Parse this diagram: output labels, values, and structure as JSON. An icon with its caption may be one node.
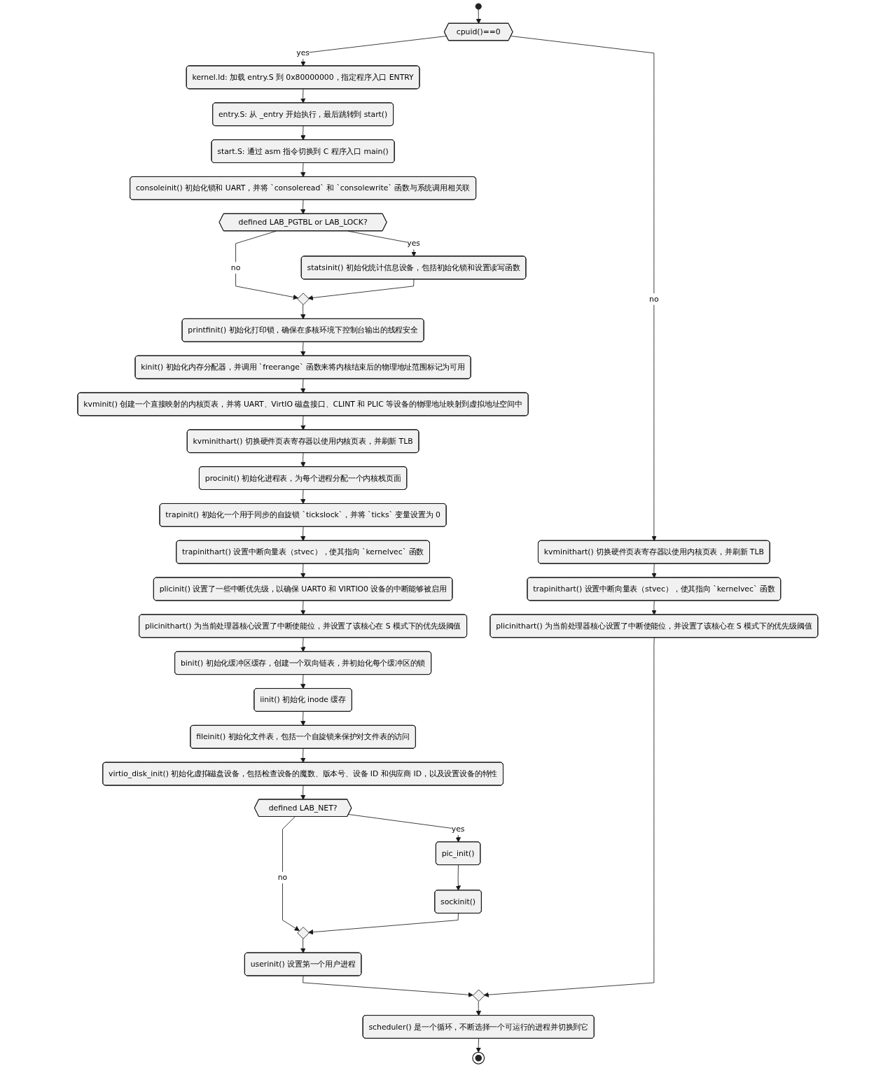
{
  "diagram": {
    "nodes": [
      {
        "text": [],
        "shape": "circle"
      },
      {
        "text": [
          "cpuid()==0"
        ]
      },
      {
        "text": [
          "kernel.ld: 加载 entry.S 到 0x80000000，指定程序入口 ENTRY"
        ]
      },
      {
        "text": [
          "entry.S: 从 _entry 开始执行，最后跳转到 start()"
        ]
      },
      {
        "text": [
          "start.S: 通过 asm 指令切换到 C 程序入口 main()"
        ]
      },
      {
        "text": [
          "consoleinit() 初始化锁和 UART，并将 `consoleread` 和 `consolewrite` 函数与系统调用相关联"
        ]
      },
      {
        "text": [
          "defined LAB_PGTBL or LAB_LOCK?"
        ]
      },
      {
        "text": [
          "statsinit() 初始化统计信息设备，包括初始化锁和设置读写函数"
        ]
      },
      {
        "text": [],
        "shape": "diamond"
      },
      {
        "text": [
          "printfinit() 初始化打印锁，确保在多核环境下控制台输出的线程安全"
        ]
      },
      {
        "text": [
          "kinit() 初始化内存分配器，并调用 `freerange` 函数来将内核结束后的物理地址范围标记为可用"
        ]
      },
      {
        "text": [
          "kvminit() 创建一个直接映射的内核页表，并将 UART、VirtIO 磁盘接口、CLINT 和 PLIC 等设备的物理地址映射到虚拟地址空间中"
        ]
      },
      {
        "text": [
          "kvminithart() 切换硬件页表寄存器以使用内核页表，并刷新 TLB"
        ]
      },
      {
        "text": [
          "procinit() 初始化进程表，为每个进程分配一个内核栈页面"
        ]
      },
      {
        "text": [
          "trapinit() 初始化一个用于同步的自旋锁 `tickslock`，并将 `ticks` 变量设置为 0"
        ]
      },
      {
        "text": [
          "trapinithart() 设置中断向量表（stvec），使其指向 `kernelvec` 函数"
        ]
      },
      {
        "text": [
          "plicinit() 设置了一些中断优先级，以确保 UART0 和 VIRTIO0 设备的中断能够被启用"
        ]
      },
      {
        "text": [
          "plicinithart() 为当前处理器核心设置了中断使能位，并设置了该核心在 S 模式下的优先级阈值"
        ]
      },
      {
        "text": [
          "binit() 初始化缓冲区缓存，创建一个双向链表，并初始化每个缓冲区的锁"
        ]
      },
      {
        "text": [
          "iinit() 初始化 inode 缓存"
        ]
      },
      {
        "text": [
          "fileinit() 初始化文件表，包括一个自旋锁来保护对文件表的访问"
        ]
      },
      {
        "text": [
          "virtio_disk_init() 初始化虚拟磁盘设备，包括检查设备的魔数、版本号、设备 ID 和供应商 ID，以及设置设备的特性"
        ]
      },
      {
        "text": [
          "defined LAB_NET?"
        ]
      },
      {
        "text": [
          "pic_init()"
        ]
      },
      {
        "text": [
          "sockinit()"
        ]
      },
      {
        "text": [],
        "shape": "diamond"
      },
      {
        "text": [
          "userinit() 设置第一个用户进程"
        ]
      },
      {
        "text": [
          "kvminithart() 切换硬件页表寄存器以使用内核页表，并刷新 TLB"
        ]
      },
      {
        "text": [
          "trapinithart() 设置中断向量表（stvec），使其指向 `kernelvec` 函数"
        ]
      },
      {
        "text": [
          "plicinithart() 为当前处理器核心设置了中断使能位，并设置了该核心在 S 模式下的优先级阈值"
        ]
      },
      {
        "text": [],
        "shape": "diamond"
      },
      {
        "text": [
          "scheduler() 是一个循环，不断选择一个可运行的进程并切换到它"
        ]
      },
      {
        "text": [],
        "shape": "circle"
      }
    ],
    "edges": [
      {
        "from": 0,
        "to": 1,
        "arrow": "to"
      },
      {
        "from": 1,
        "to": 2,
        "arrow": "to",
        "label": "yes"
      },
      {
        "from": 1,
        "to": 27,
        "arrow": "to",
        "label": "no"
      },
      {
        "from": 2,
        "to": 3,
        "arrow": "to"
      },
      {
        "from": 3,
        "to": 4,
        "arrow": "to"
      },
      {
        "from": 4,
        "to": 5,
        "arrow": "to"
      },
      {
        "from": 5,
        "to": 6,
        "arrow": "to"
      },
      {
        "from": 6,
        "to": 7,
        "arrow": "to",
        "label": "yes"
      },
      {
        "from": 6,
        "to": 8,
        "arrow": "to",
        "label": "no"
      },
      {
        "from": 7,
        "to": 8,
        "arrow": "to"
      },
      {
        "from": 8,
        "to": 9,
        "arrow": "to"
      },
      {
        "from": 9,
        "to": 10,
        "arrow": "to"
      },
      {
        "from": 10,
        "to": 11,
        "arrow": "to"
      },
      {
        "from": 11,
        "to": 12,
        "arrow": "to"
      },
      {
        "from": 12,
        "to": 13,
        "arrow": "to"
      },
      {
        "from": 13,
        "to": 14,
        "arrow": "to"
      },
      {
        "from": 14,
        "to": 15,
        "arrow": "to"
      },
      {
        "from": 15,
        "to": 16,
        "arrow": "to"
      },
      {
        "from": 16,
        "to": 17,
        "arrow": "to"
      },
      {
        "from": 17,
        "to": 18,
        "arrow": "to"
      },
      {
        "from": 18,
        "to": 19,
        "arrow": "to"
      },
      {
        "from": 19,
        "to": 20,
        "arrow": "to"
      },
      {
        "from": 20,
        "to": 21,
        "arrow": "to"
      },
      {
        "from": 21,
        "to": 22,
        "arrow": "to"
      },
      {
        "from": 22,
        "to": 23,
        "arrow": "to",
        "label": "yes"
      },
      {
        "from": 22,
        "to": 25,
        "arrow": "to",
        "label": "no"
      },
      {
        "from": 23,
        "to": 24,
        "arrow": "to"
      },
      {
        "from": 24,
        "to": 25,
        "arrow": "to"
      },
      {
        "from": 25,
        "to": 26,
        "arrow": "to"
      },
      {
        "from": 26,
        "to": 30,
        "arrow": "to"
      },
      {
        "from": 27,
        "to": 28,
        "arrow": "to"
      },
      {
        "from": 28,
        "to": 29,
        "arrow": "to"
      },
      {
        "from": 29,
        "to": 30,
        "arrow": "to"
      },
      {
        "from": 30,
        "to": 31,
        "arrow": "to"
      },
      {
        "from": 31,
        "to": 32,
        "arrow": "to"
      }
    ]
  }
}
